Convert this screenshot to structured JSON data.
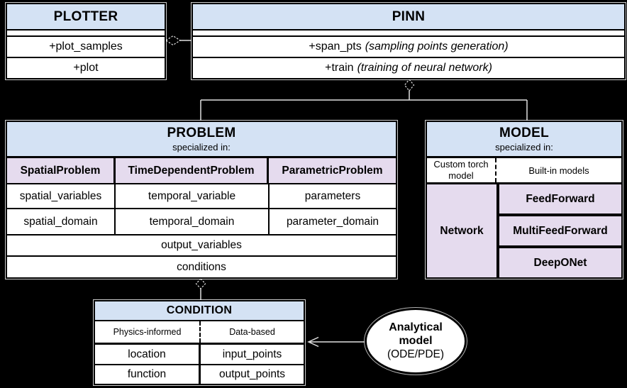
{
  "colors": {
    "background": "#000000",
    "box_fill": "#ffffff",
    "header_fill": "#d4e2f4",
    "accent_fill": "#e5dbee",
    "border": "#000000",
    "connector": "#e0e0e0"
  },
  "plotter": {
    "title": "PLOTTER",
    "methods": [
      "+plot_samples",
      "+plot"
    ]
  },
  "pinn": {
    "title": "PINN",
    "methods": [
      {
        "name": "+span_pts",
        "note": "(sampling points generation)"
      },
      {
        "name": "+train",
        "note": "(training of neural network)"
      }
    ]
  },
  "problem": {
    "title": "PROBLEM",
    "subtitle": "specialized in:",
    "columns": [
      "SpatialProblem",
      "TimeDependentProblem",
      "ParametricProblem"
    ],
    "rows": [
      [
        "spatial_variables",
        "temporal_variable",
        "parameters"
      ],
      [
        "spatial_domain",
        "temporal_domain",
        "parameter_domain"
      ]
    ],
    "full_rows": [
      "output_variables",
      "conditions"
    ]
  },
  "model": {
    "title": "MODEL",
    "subtitle": "specialized in:",
    "categories": [
      "Custom torch model",
      "Built-in models"
    ],
    "custom_cell": "Network",
    "builtin_cells": [
      "FeedForward",
      "MultiFeedForward",
      "DeepONet"
    ]
  },
  "condition": {
    "title": "CONDITION",
    "categories": [
      "Physics-informed",
      "Data-based"
    ],
    "rows": [
      [
        "location",
        "input_points"
      ],
      [
        "function",
        "output_points"
      ]
    ]
  },
  "analytical_model": {
    "lines": [
      "Analytical",
      "model",
      "(ODE/PDE)"
    ]
  }
}
